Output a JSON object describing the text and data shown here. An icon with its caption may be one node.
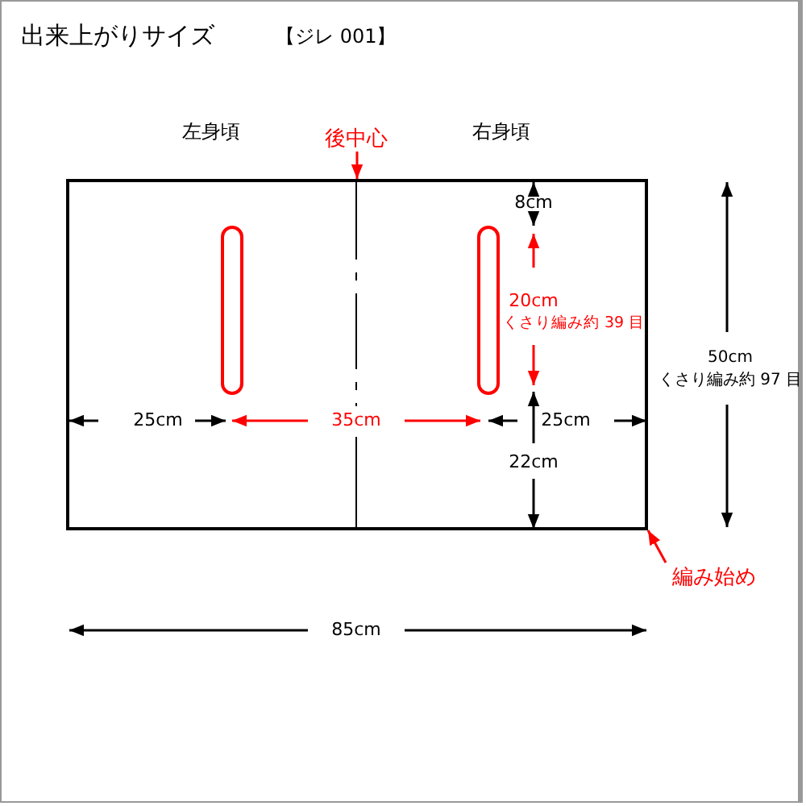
{
  "diagram": {
    "title": "出来上がりサイズ",
    "nodes": [
      {
        "text": [],
        "shape": "box"
      },
      {
        "text": [],
        "shape": "oval",
        "in": 0
      },
      {
        "text": [],
        "shape": "oval",
        "in": 0
      },
      {
        "text": [
          "後中心"
        ]
      },
      {
        "text": [
          "編み始め"
        ]
      }
    ],
    "edges": [
      {
        "from": 3,
        "to": 0,
        "arrow": "to",
        "color": "#ff0000"
      },
      {
        "from": 4,
        "to": 0,
        "arrow": "to",
        "color": "#ff0000"
      }
    ],
    "labels": [
      "【ジレ 001】",
      "左身頃",
      "右身頃",
      "8cm",
      "20cm",
      "くさり編み約 39 目",
      "50cm",
      "くさり編み約 97 目",
      "25cm",
      "35cm",
      "25cm",
      "22cm",
      "85cm"
    ]
  }
}
